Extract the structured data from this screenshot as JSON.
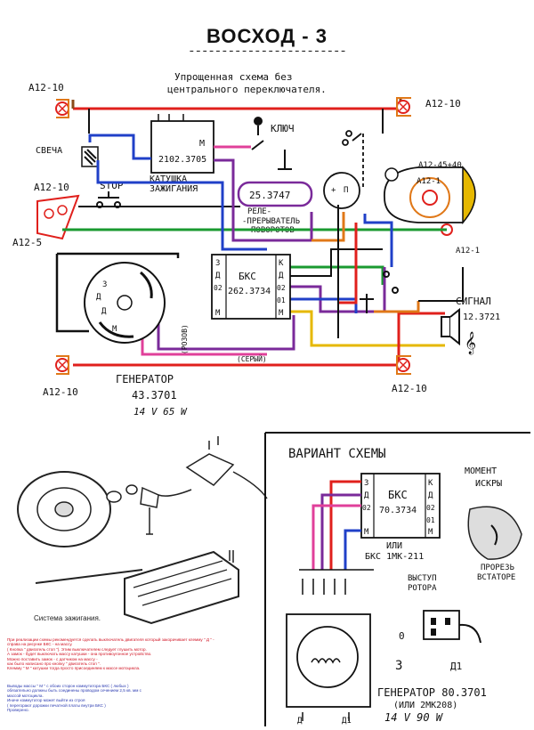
{
  "header": {
    "title": "ВОСХОД - 3",
    "underline": "------------------------"
  },
  "main_scheme": {
    "subtitle_line1": "Упрощенная схема без",
    "subtitle_line2": "центрального переключателя.",
    "lamps": {
      "top_left": "А12-10",
      "top_right": "А12-10",
      "mid_left": "А12-10",
      "left_small": "А12-5",
      "head_top": "А12-45+40",
      "head_inner": "А12-1",
      "head_right": "А12-1",
      "bottom_left": "А12-10",
      "bottom_right": "А12-10"
    },
    "spark_plug": "СВЕЧА",
    "stop_switch": "STOP",
    "key": "КЛЮЧ",
    "coil": {
      "model": "2102.3705",
      "terminal": "М",
      "label_line1": "КАТУШКА",
      "label_line2": "ЗАЖИГАНИЯ"
    },
    "relay": {
      "model": "25.3747",
      "label_line1": "РЕЛЕ-",
      "label_line2": "-ПРЕРЫВАТЕЛЬ",
      "label_line3": "ПОВОРОТОВ",
      "pin_plus": "+",
      "pin_p": "П"
    },
    "bks": {
      "name": "БКС",
      "model": "262.3734",
      "pins_left": [
        "З",
        "Д",
        "02",
        "М"
      ],
      "pins_right": [
        "К",
        "Д",
        "02",
        "01",
        "М"
      ]
    },
    "generator": {
      "label": "ГЕНЕРАТОР",
      "model": "43.3701",
      "rating": "14 V    65 W",
      "pins": [
        "З",
        "Д",
        "Д",
        "М"
      ]
    },
    "signal": {
      "label": "СИГНАЛ",
      "model": "12.3721"
    },
    "wire_pink": "(РОЗОВ)",
    "wire_grey": "(СЕРЫЙ)"
  },
  "variant": {
    "title": "ВАРИАНТ  СХЕМЫ",
    "bks_name": "БКС",
    "bks_model": "70.3734",
    "pins_left": [
      "З",
      "Д",
      "02",
      "М"
    ],
    "pins_right": [
      "К",
      "Д",
      "02",
      "01",
      "М"
    ],
    "or_label": "ИЛИ",
    "alt_model": "БКС 1МК-211",
    "moment_line1": "МОМЕНТ",
    "moment_line2": "ИСКРЫ",
    "slot_line1": "ПРОРЕЗЬ",
    "slot_line2": "ВСТАТОРЕ",
    "rotor_line1": "ВЫСТУП",
    "rotor_line2": "РОТОРА",
    "generator": "ГЕНЕРАТОР  80.3701",
    "generator_alt": "(ИЛИ 2МК208)",
    "rating": "14 V     90 W",
    "connector_pins": [
      "0",
      "З",
      "Д1"
    ],
    "gen_pins": [
      "Д",
      "Д1"
    ]
  },
  "illustration_caption": "Система зажигания.",
  "notes": {
    "red": "При реализации схемы рекомендуется сделать выключатель двигателя который закорачивает клемму \" Д \" - справа на рисунке БКС - на массу.\n( Кнопка \" двигатель стоп \"). Этим выключателем следует глушить мотор.\nА замок - будет выключать массу катушки - она противоугонное устройство.\nМожно поставить замок - с датчиком на массу -\nкак было написано про кнопку \" двигатель стоп \".\nКлемму \" М \" катушки тогда просто присоединяем к массе мотоциклa.",
    "blue": "Выводы массы \" М \" с обоих сторон коммутатора БКС ( любых )\nобязательно должны быть соединены проводом сечением 2,5 кв. мм с\nмассой мотоцикла.\nИначе коммутатор может выйти из строя\n( перегорают дорожки печатной платы внутри БКС )\nПроверено."
  },
  "colors": {
    "red": "#e0201c",
    "blue": "#2040c8",
    "green": "#1a9a30",
    "pink": "#e0409a",
    "purple": "#7a2a9a",
    "brown": "#8a4a1a",
    "yellow": "#e6b800",
    "orange": "#e07818",
    "black": "#111111"
  }
}
